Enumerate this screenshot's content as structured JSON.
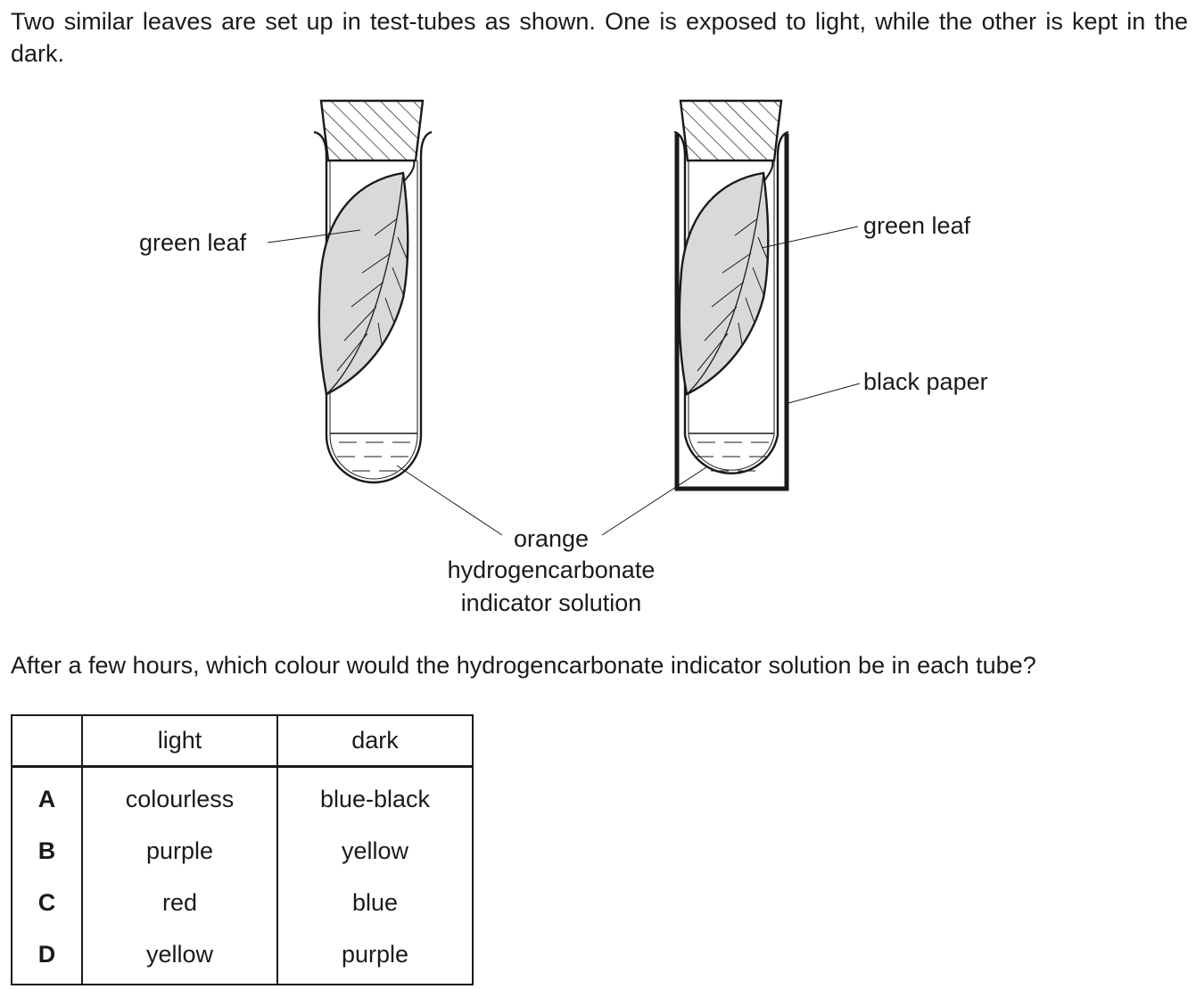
{
  "question_intro": "Two similar leaves are set up in test-tubes as shown. One is exposed to light, while the other is kept in the dark.",
  "diagram": {
    "label_green_leaf_left": "green leaf",
    "label_green_leaf_right": "green leaf",
    "label_black_paper": "black paper",
    "label_indicator_line1": "orange",
    "label_indicator_line2": "hydrogencarbonate",
    "label_indicator_line3": "indicator solution"
  },
  "question_text": "After a few hours, which colour would the hydrogencarbonate indicator solution be in each tube?",
  "table": {
    "headers": [
      "",
      "light",
      "dark"
    ],
    "rows": [
      {
        "key": "A",
        "light": "colourless",
        "dark": "blue-black"
      },
      {
        "key": "B",
        "light": "purple",
        "dark": "yellow"
      },
      {
        "key": "C",
        "light": "red",
        "dark": "blue"
      },
      {
        "key": "D",
        "light": "yellow",
        "dark": "purple"
      }
    ]
  }
}
